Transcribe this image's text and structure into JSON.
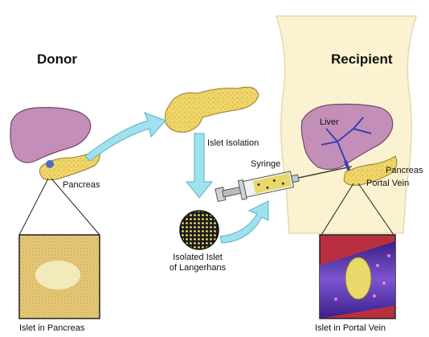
{
  "diagram": {
    "donor_label": "Donor",
    "recipient_label": "Recipient",
    "donor_pancreas_label": "Pancreas",
    "islet_isolation_label": "Islet Isolation",
    "syringe_label": "Syringe",
    "isolated_islet_label_line1": "Isolated Islet",
    "isolated_islet_label_line2": "of Langerhans",
    "liver_label": "Liver",
    "recipient_pancreas_label": "Pancreas",
    "portal_vein_label": "Portal Vein",
    "inset_left_caption": "Islet in Pancreas",
    "inset_right_caption": "Islet in Portal Vein"
  },
  "colors": {
    "liver": "#c38fb8",
    "pancreas": "#f0d66a",
    "arrow": "#9fe1ec",
    "skin": "#fbf2d2",
    "vein": "#6a3fb5",
    "tissue_red": "#b83040"
  }
}
